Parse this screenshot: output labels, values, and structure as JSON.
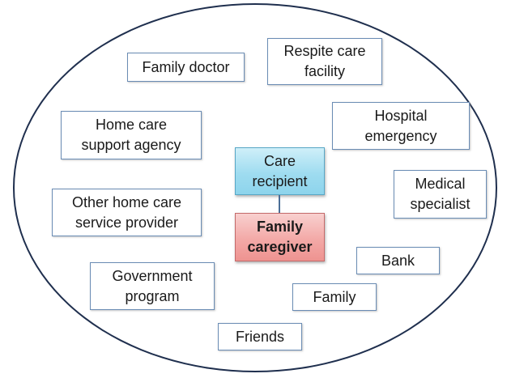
{
  "diagram": {
    "center": {
      "care_recipient": "Care\nrecipient",
      "family_caregiver": "Family\ncaregiver"
    },
    "nodes": {
      "family_doctor": "Family doctor",
      "respite_care_facility": "Respite care\nfacility",
      "home_care_support_agency": "Home care\nsupport agency",
      "hospital_emergency": "Hospital\nemergency",
      "other_home_care_service_provider": "Other home care\nservice provider",
      "medical_specialist": "Medical\nspecialist",
      "bank": "Bank",
      "government_program": "Government\nprogram",
      "family": "Family",
      "friends": "Friends"
    },
    "colors": {
      "outline": "#1f2f4e",
      "box_border": "#6a8cb4",
      "care_recipient_fill": "#9fdcf0",
      "family_caregiver_fill": "#f3a9a7"
    }
  }
}
